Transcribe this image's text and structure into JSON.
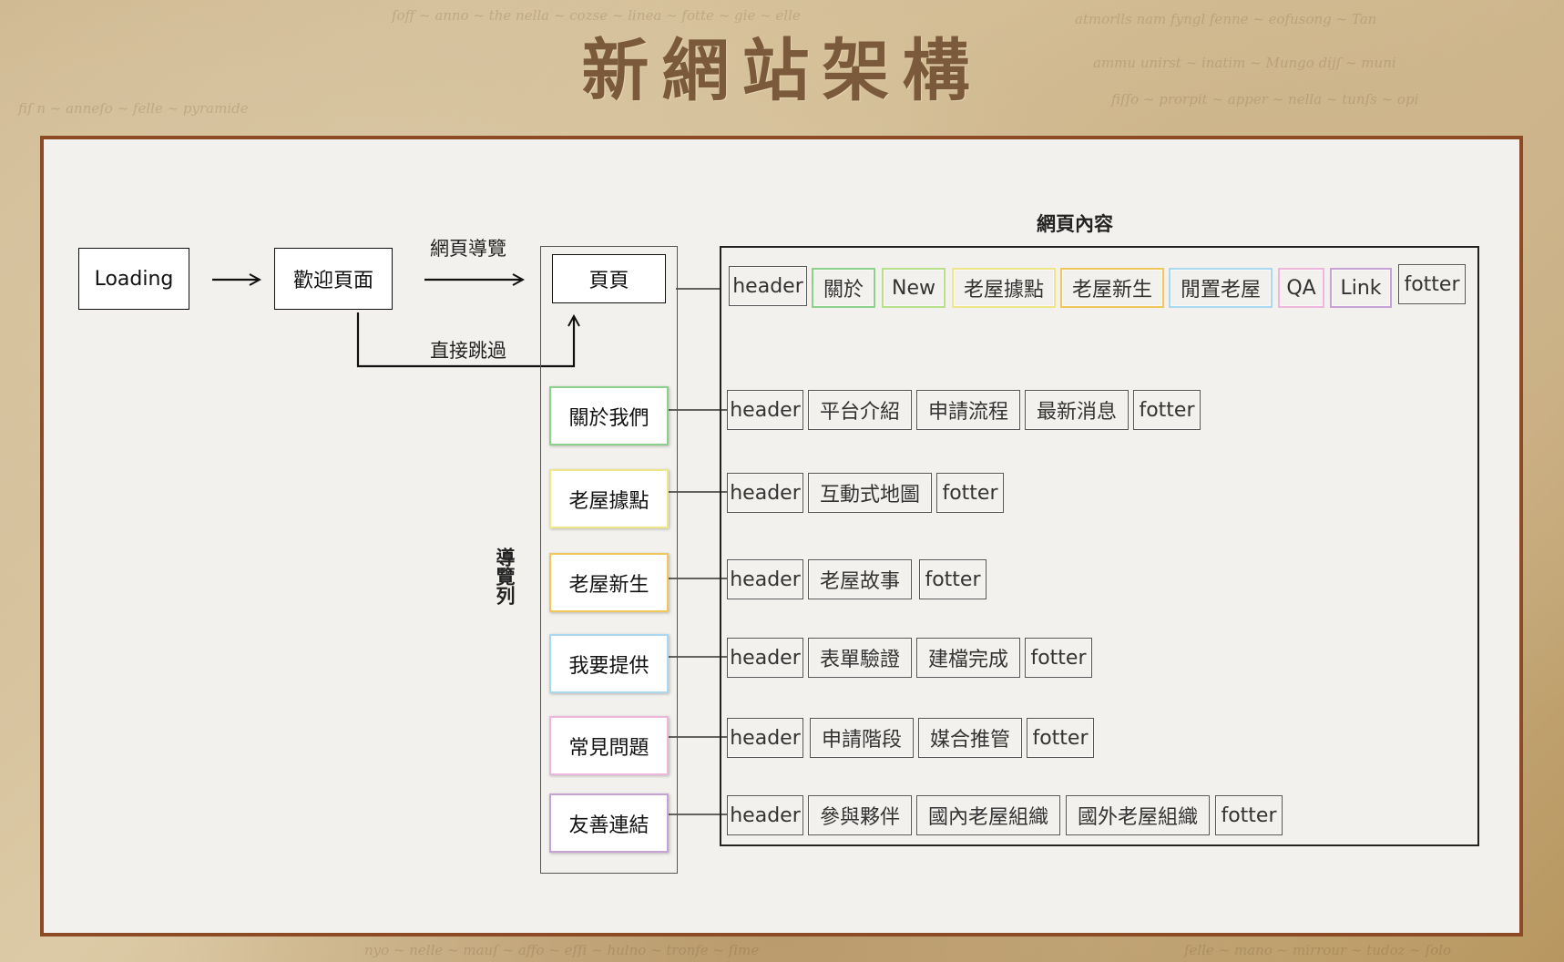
{
  "title": "新網站架構",
  "flow": {
    "loading": "Loading",
    "welcome": "歡迎頁面",
    "home": "頁頁",
    "nav_arrow_label": "網頁導覽",
    "skip_label": "直接跳過"
  },
  "nav_label": "導覽列",
  "content_label": "網頁內容",
  "nav_items": [
    {
      "label": "關於我們",
      "color": "#8bd08b"
    },
    {
      "label": "老屋據點",
      "color": "#efe68a"
    },
    {
      "label": "老屋新生",
      "color": "#f2c75a"
    },
    {
      "label": "我要提供",
      "color": "#a9d8ef"
    },
    {
      "label": "常見問題",
      "color": "#eeb6dc"
    },
    {
      "label": "友善連結",
      "color": "#c7a2d4"
    }
  ],
  "home_row": [
    {
      "label": "header",
      "color": "#555555"
    },
    {
      "label": "關於",
      "color": "#8bd08b"
    },
    {
      "label": "New",
      "color": "#b7e08a"
    },
    {
      "label": "老屋據點",
      "color": "#efe68a"
    },
    {
      "label": "老屋新生",
      "color": "#f2c75a"
    },
    {
      "label": "閒置老屋",
      "color": "#a9d8ef"
    },
    {
      "label": "QA",
      "color": "#eeb6dc"
    },
    {
      "label": "Link",
      "color": "#c7a2d4"
    },
    {
      "label": "fotter",
      "color": "#555555"
    }
  ],
  "content_rows": [
    [
      "header",
      "平台介紹",
      "申請流程",
      "最新消息",
      "fotter"
    ],
    [
      "header",
      "互動式地圖",
      "fotter"
    ],
    [
      "header",
      "老屋故事",
      "fotter"
    ],
    [
      "header",
      "表單驗證",
      "建檔完成",
      "fotter"
    ],
    [
      "header",
      "申請階段",
      "媒合推管",
      "fotter"
    ],
    [
      "header",
      "參與夥伴",
      "國內老屋組織",
      "國外老屋組織",
      "fotter"
    ]
  ]
}
